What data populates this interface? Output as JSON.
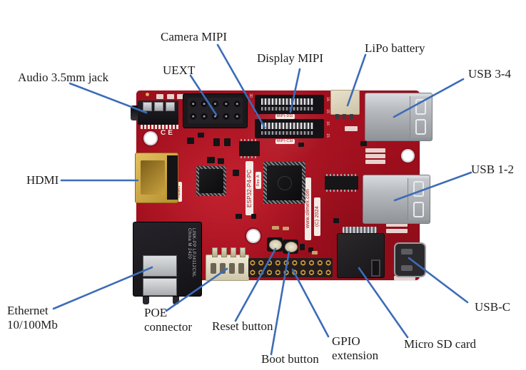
{
  "palette": {
    "arrow_color": "#3c6cb8",
    "pcb_red": "#a30f1e",
    "background": "#ffffff",
    "silkscreen_white": "#f4ebe5"
  },
  "callouts": {
    "camera_mipi": {
      "text": "Camera MIPI"
    },
    "uext": {
      "text": "UEXT"
    },
    "display_mipi": {
      "text": "Display MIPI"
    },
    "lipo_battery": {
      "text": "LiPo battery"
    },
    "usb_3_4": {
      "text": "USB 3-4"
    },
    "audio_jack": {
      "text": "Audio 3.5mm jack"
    },
    "hdmi": {
      "text": "HDMI"
    },
    "usb_1_2": {
      "text": "USB 1-2"
    },
    "ethernet": {
      "text": "Ethernet\n10/100Mb"
    },
    "poe": {
      "text": "POE\nconnector"
    },
    "reset_button": {
      "text": "Reset button"
    },
    "boot_button": {
      "text": "Boot button"
    },
    "gpio": {
      "text": "GPIO\nextension"
    },
    "micro_sd": {
      "text": "Micro SD card"
    },
    "usb_c": {
      "text": "USB-C"
    }
  },
  "board": {
    "silkscreen": {
      "model": "ESP32-P4-PC",
      "revision": "Rev. A",
      "website": "www.olimex.com",
      "copyright": "(C) 2024",
      "mipi_dsi": "MIPI-DSI",
      "mipi_csi": "MIPI-CSI",
      "hdmi_port": "HDMI1",
      "ce_mark": "CE",
      "pin30": "30",
      "pin16": "16",
      "pin15": "15"
    },
    "ethernet_jack_text": "LINK-PP  LPJ4112CNL  China M 2420"
  }
}
